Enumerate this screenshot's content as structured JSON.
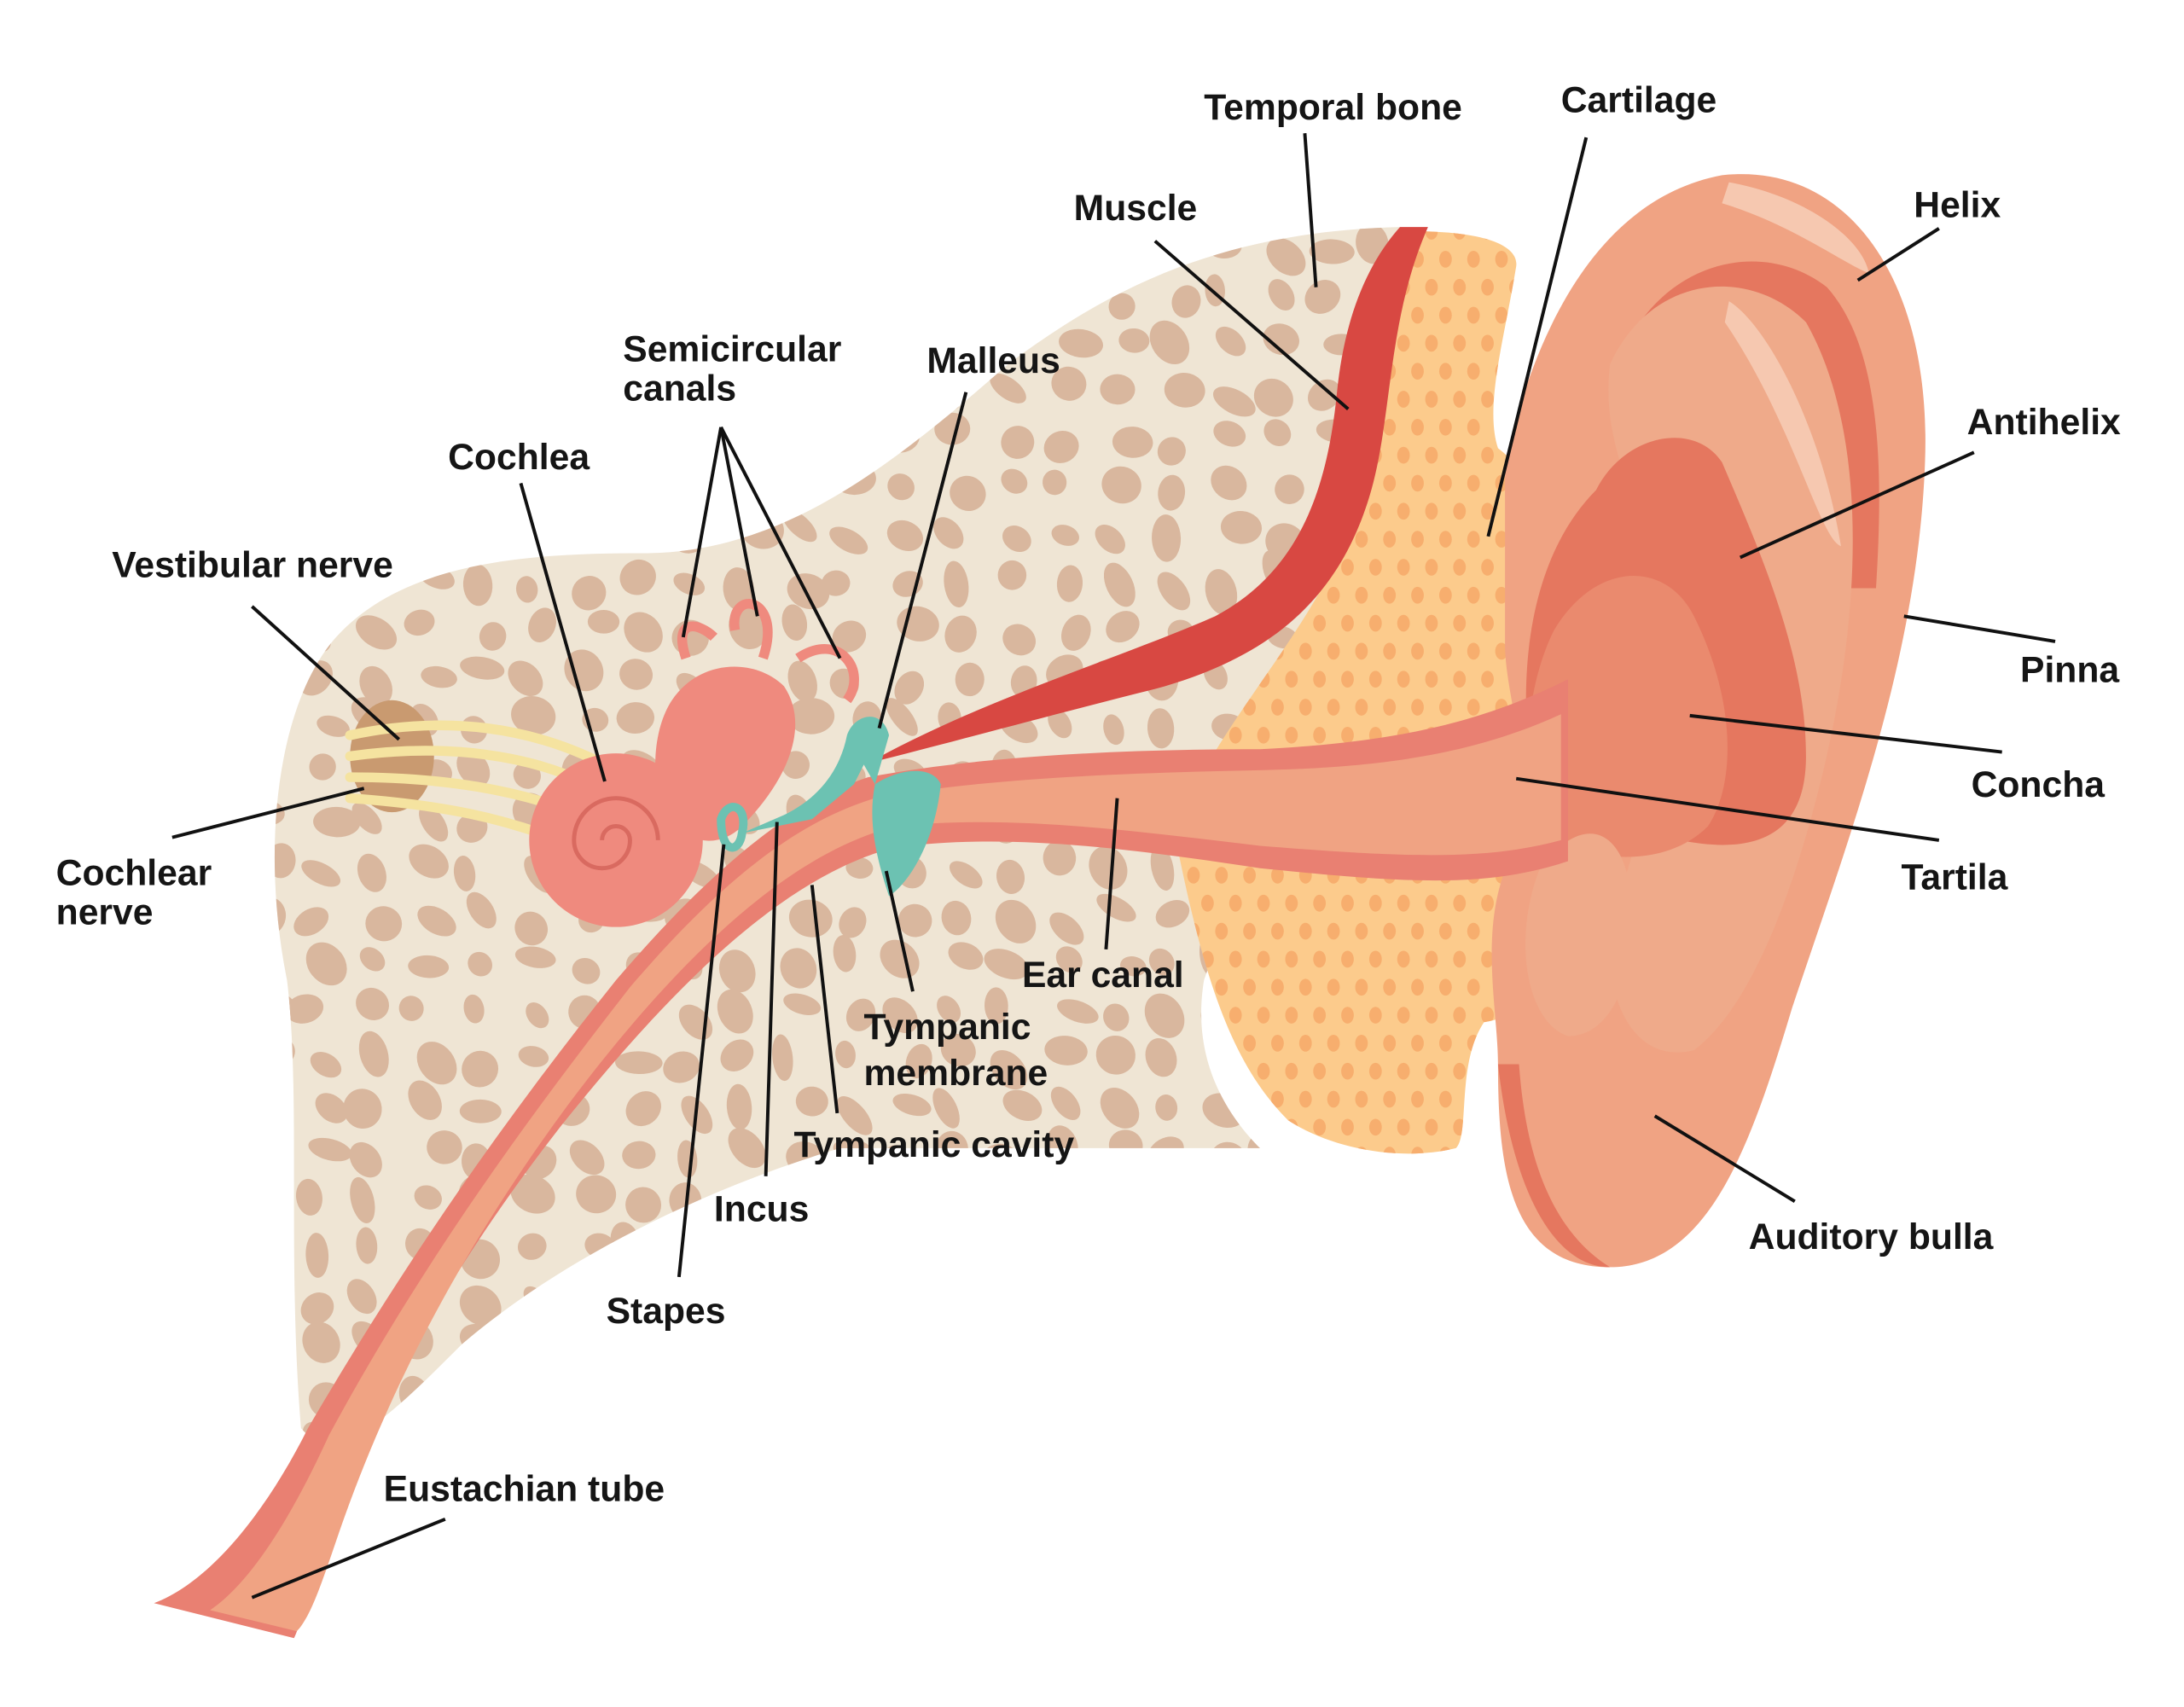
{
  "title": "Ear anatomy diagram",
  "labels": {
    "temporal_bone": "Temporal bone",
    "cartilage": "Cartilage",
    "muscle": "Muscle",
    "helix": "Helix",
    "semicircular_1": "Semicircular",
    "semicircular_2": "canals",
    "malleus": "Malleus",
    "cochlea": "Cochlea",
    "antihelix": "Antihelix",
    "vestibular_nerve": "Vestibular nerve",
    "pinna": "Pinna",
    "concha": "Concha",
    "cochlear_nerve_1": "Cochlear",
    "cochlear_nerve_2": "nerve",
    "tartila": "Tartila",
    "ear_canal": "Ear canal",
    "tympanic_membrane_1": "Tympanic",
    "tympanic_membrane_2": "membrane",
    "tympanic_cavity": "Tympanic cavity",
    "incus": "Incus",
    "stapes": "Stapes",
    "eustachian_tube": "Eustachian tube",
    "auditory_bulla": "Auditory bulla"
  },
  "colors": {
    "bone": "#EFE5D4",
    "bone_pore": "#D9B79E",
    "cartilage": "#FCCB8C",
    "cartilage_dot": "#F7AE6E",
    "muscle": "#D84842",
    "skin": "#F0A383",
    "skin_dark": "#E5775F",
    "canal_edge": "#E98072",
    "cochlea": "#EF8A7E",
    "ossicle": "#6CC2B2",
    "nerve": "#F5E3A0"
  }
}
